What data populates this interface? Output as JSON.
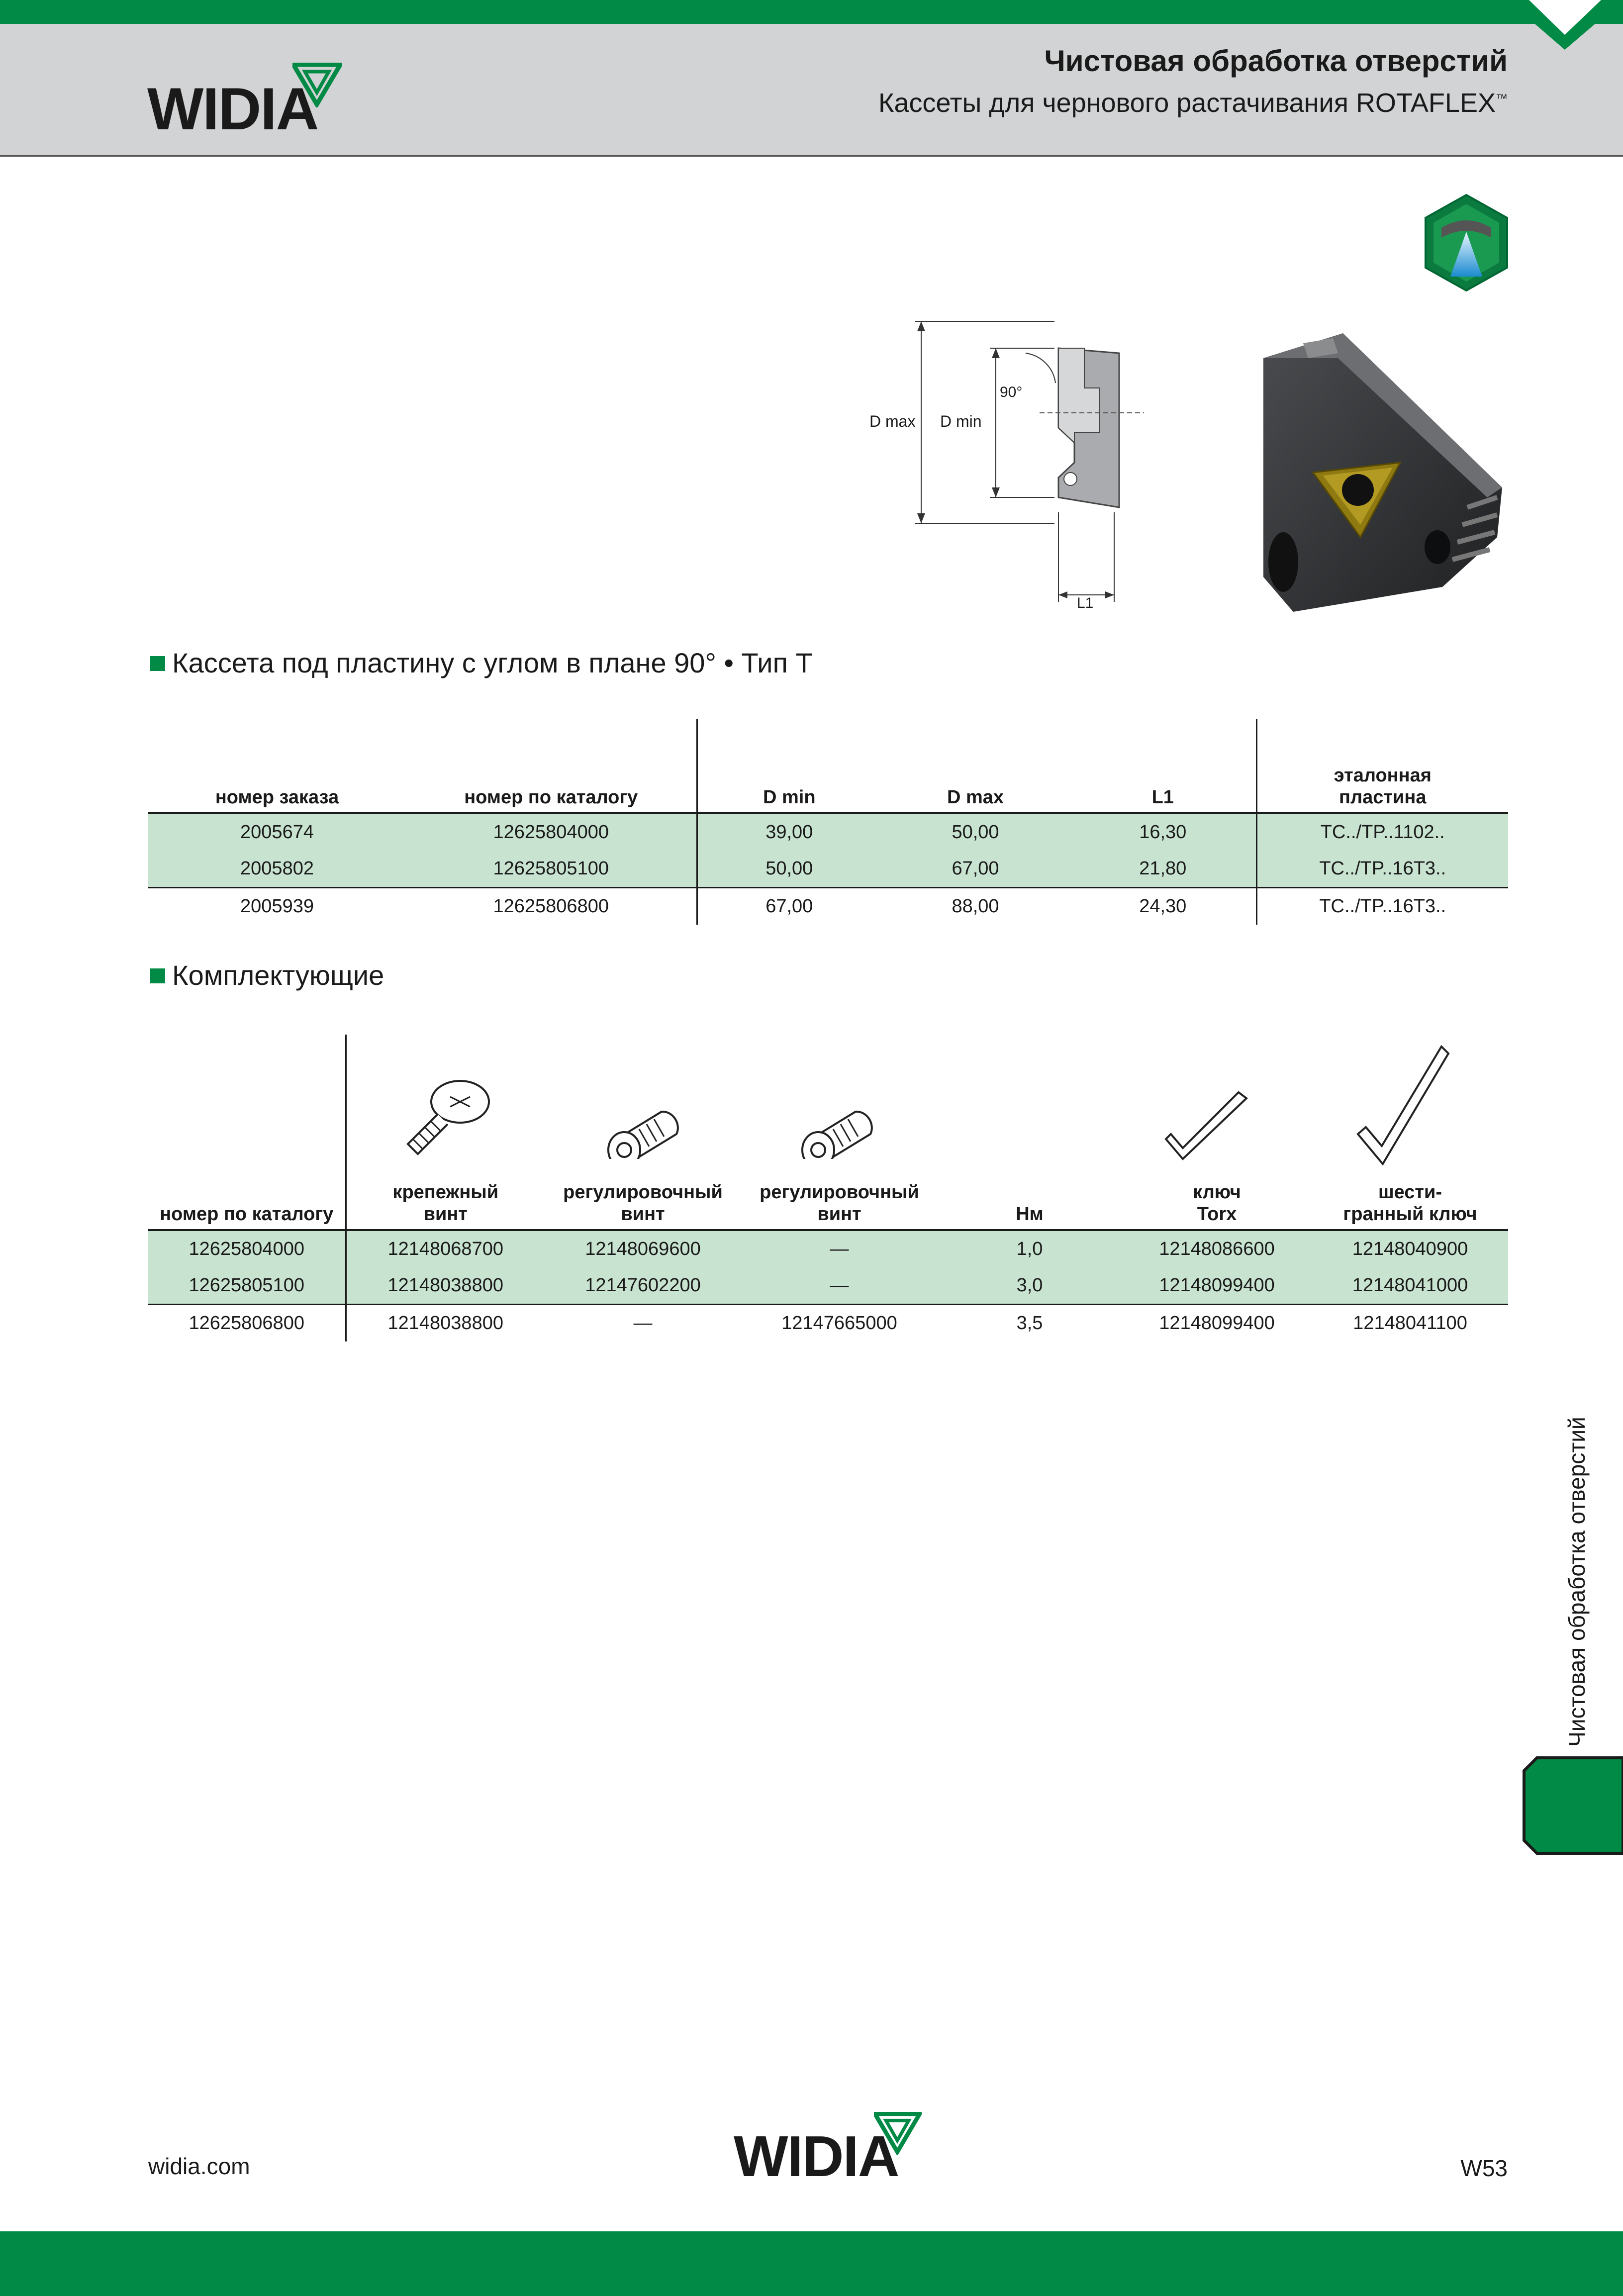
{
  "header": {
    "brand": "WIDIA",
    "title": "Чистовая обработка отверстий",
    "subtitle": "Кассеты для чернового растачивания ROTAFLEX",
    "subtitle_tm": "™"
  },
  "diagram": {
    "dmax_label": "D max",
    "dmin_label": "D min",
    "angle_label": "90°",
    "l1_label": "L1"
  },
  "section1": {
    "title": "Кассета под пластину с углом в плане 90° • Тип T",
    "columns": [
      "номер заказа",
      "номер по каталогу",
      "D min",
      "D max",
      "L1",
      "эталонная пластина"
    ],
    "column_ref_line1": "эталонная",
    "column_ref_line2": "пластина",
    "rows": [
      [
        "2005674",
        "12625804000",
        "39,00",
        "50,00",
        "16,30",
        "TC../TP..1102.."
      ],
      [
        "2005802",
        "12625805100",
        "50,00",
        "67,00",
        "21,80",
        "TC../TP..16T3.."
      ],
      [
        "2005939",
        "12625806800",
        "67,00",
        "88,00",
        "24,30",
        "TC../TP..16T3.."
      ]
    ]
  },
  "section2": {
    "title": "Комплектующие",
    "col_catalog": "номер по каталогу",
    "col_screw_1": "крепежный",
    "col_screw_2": "винт",
    "col_adj1_1": "регулировочный",
    "col_adj1_2": "винт",
    "col_adj2_1": "регулировочный",
    "col_adj2_2": "винт",
    "col_nm": "Нм",
    "col_torx_1": "ключ",
    "col_torx_2": "Torx",
    "col_hex_1": "шести-",
    "col_hex_2": "гранный ключ",
    "rows": [
      [
        "12625804000",
        "12148068700",
        "12148069600",
        "—",
        "1,0",
        "12148086600",
        "12148040900"
      ],
      [
        "12625805100",
        "12148038800",
        "12147602200",
        "—",
        "3,0",
        "12148099400",
        "12148041000"
      ],
      [
        "12625806800",
        "12148038800",
        "—",
        "12147665000",
        "3,5",
        "12148099400",
        "12148041100"
      ]
    ]
  },
  "side_tab": {
    "text": "Чистовая обработка отверстий"
  },
  "footer": {
    "website": "widia.com",
    "brand": "WIDIA",
    "page_number": "W53"
  },
  "colors": {
    "brand_green": "#008a45",
    "row_shade": "#c8e3d0",
    "header_gray": "#d1d3d4"
  }
}
